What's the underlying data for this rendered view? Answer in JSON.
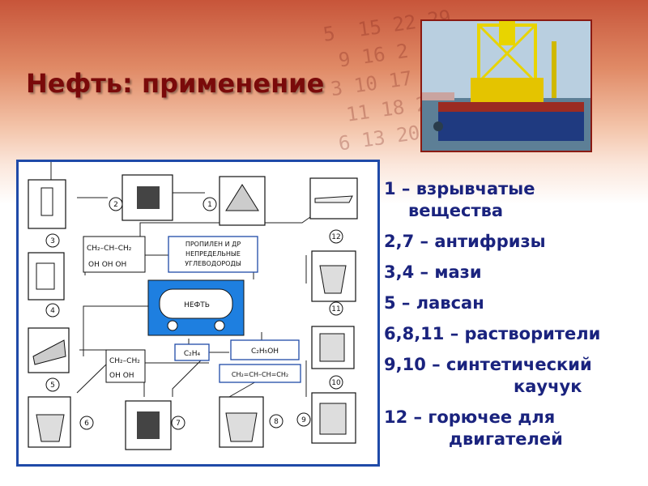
{
  "slide": {
    "title": "Нефть: применение"
  },
  "diagram": {
    "center_label": "НЕФТЬ",
    "box_top_line1": "ПРОПИЛЕН И ДР",
    "box_top_line2": "НЕПРЕДЕЛЬНЫЕ",
    "box_top_line3": "УГЛЕВОДОРОДЫ",
    "glycerol_top": "CH₂–CH–CH₂",
    "glycerol_bottom": "OH  OH  OH",
    "glycol_top": "CH₂–CH₂",
    "glycol_bottom": "OH   OH",
    "ethylene": "C₂H₄",
    "ethanol": "C₂H₅OH",
    "butadiene": "CH₂=CH–CH=CH₂",
    "numbers": [
      "1",
      "2",
      "3",
      "4",
      "5",
      "6",
      "7",
      "8",
      "9",
      "10",
      "11",
      "12"
    ]
  },
  "legend": [
    {
      "line1": "1 – взрывчатые",
      "line2": "вещества"
    },
    {
      "line1": "2,7 – антифризы",
      "line2": ""
    },
    {
      "line1": "3,4 – мази",
      "line2": ""
    },
    {
      "line1": "5 – лавсан",
      "line2": ""
    },
    {
      "line1": "6,8,11 – растворители",
      "line2": ""
    },
    {
      "line1": "9,10 – синтетический",
      "line2": "каучук"
    },
    {
      "line1": "12 – горючее для",
      "line2": "двигателей"
    }
  ],
  "colors": {
    "title": "#7a0a0a",
    "legend_text": "#1a237e",
    "diagram_border": "#1f4aa8",
    "tank_bg": "#1e7fe0"
  }
}
